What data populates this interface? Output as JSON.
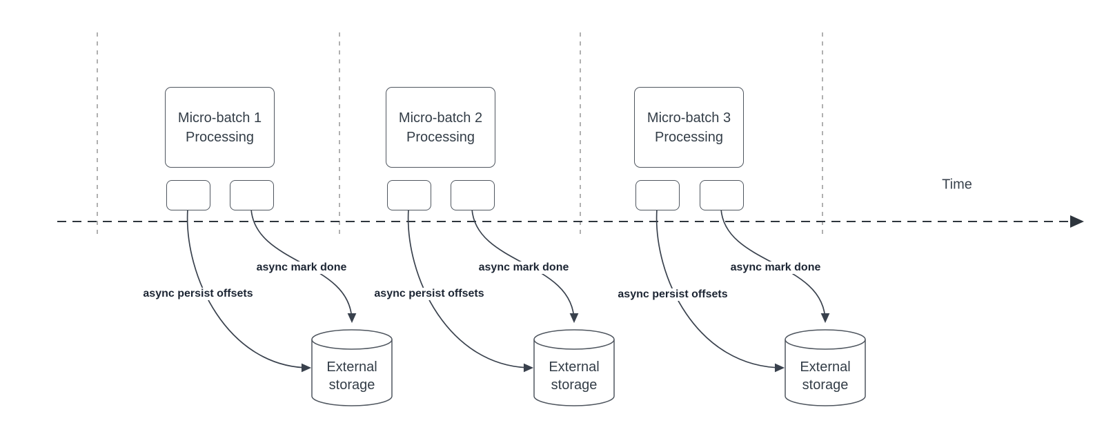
{
  "diagram": {
    "time_axis_label": "Time",
    "groups": [
      {
        "title": "Micro-batch 1",
        "subtitle": "Processing",
        "persist_label": "async persist offsets",
        "done_label": "async mark done",
        "storage_title": "External",
        "storage_subtitle": "storage"
      },
      {
        "title": "Micro-batch 2",
        "subtitle": "Processing",
        "persist_label": "async persist offsets",
        "done_label": "async mark done",
        "storage_title": "External",
        "storage_subtitle": "storage"
      },
      {
        "title": "Micro-batch 3",
        "subtitle": "Processing",
        "persist_label": "async persist offsets",
        "done_label": "async mark done",
        "storage_title": "External",
        "storage_subtitle": "storage"
      }
    ],
    "colors": {
      "background": "#ffffff",
      "shape_border": "#4e555e",
      "edge_stroke": "#39414d",
      "guide_stroke": "#b0b0b0",
      "box_text": "#333d47",
      "label_text": "#1c2533"
    }
  }
}
